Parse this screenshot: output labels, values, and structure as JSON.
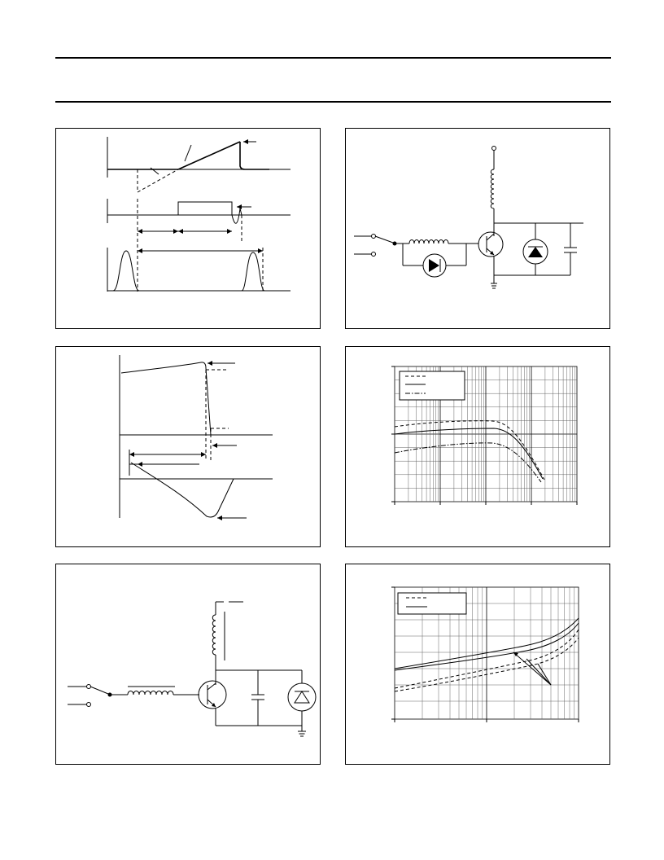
{
  "document": {
    "header": {
      "title": "",
      "subtitle": ""
    },
    "figures": [
      {
        "id": "fig-waveform-timing",
        "kind": "waveform diagram"
      },
      {
        "id": "fig-test-circuit-1",
        "kind": "circuit schematic"
      },
      {
        "id": "fig-switching-waveform",
        "kind": "waveform diagram"
      },
      {
        "id": "fig-log-graph-1",
        "kind": "graph",
        "legend_entries": 3
      },
      {
        "id": "fig-test-circuit-2",
        "kind": "circuit schematic"
      },
      {
        "id": "fig-log-graph-2",
        "kind": "graph",
        "legend_entries": 2
      }
    ],
    "colors": {
      "ink": "#000000",
      "paper": "#ffffff"
    }
  }
}
